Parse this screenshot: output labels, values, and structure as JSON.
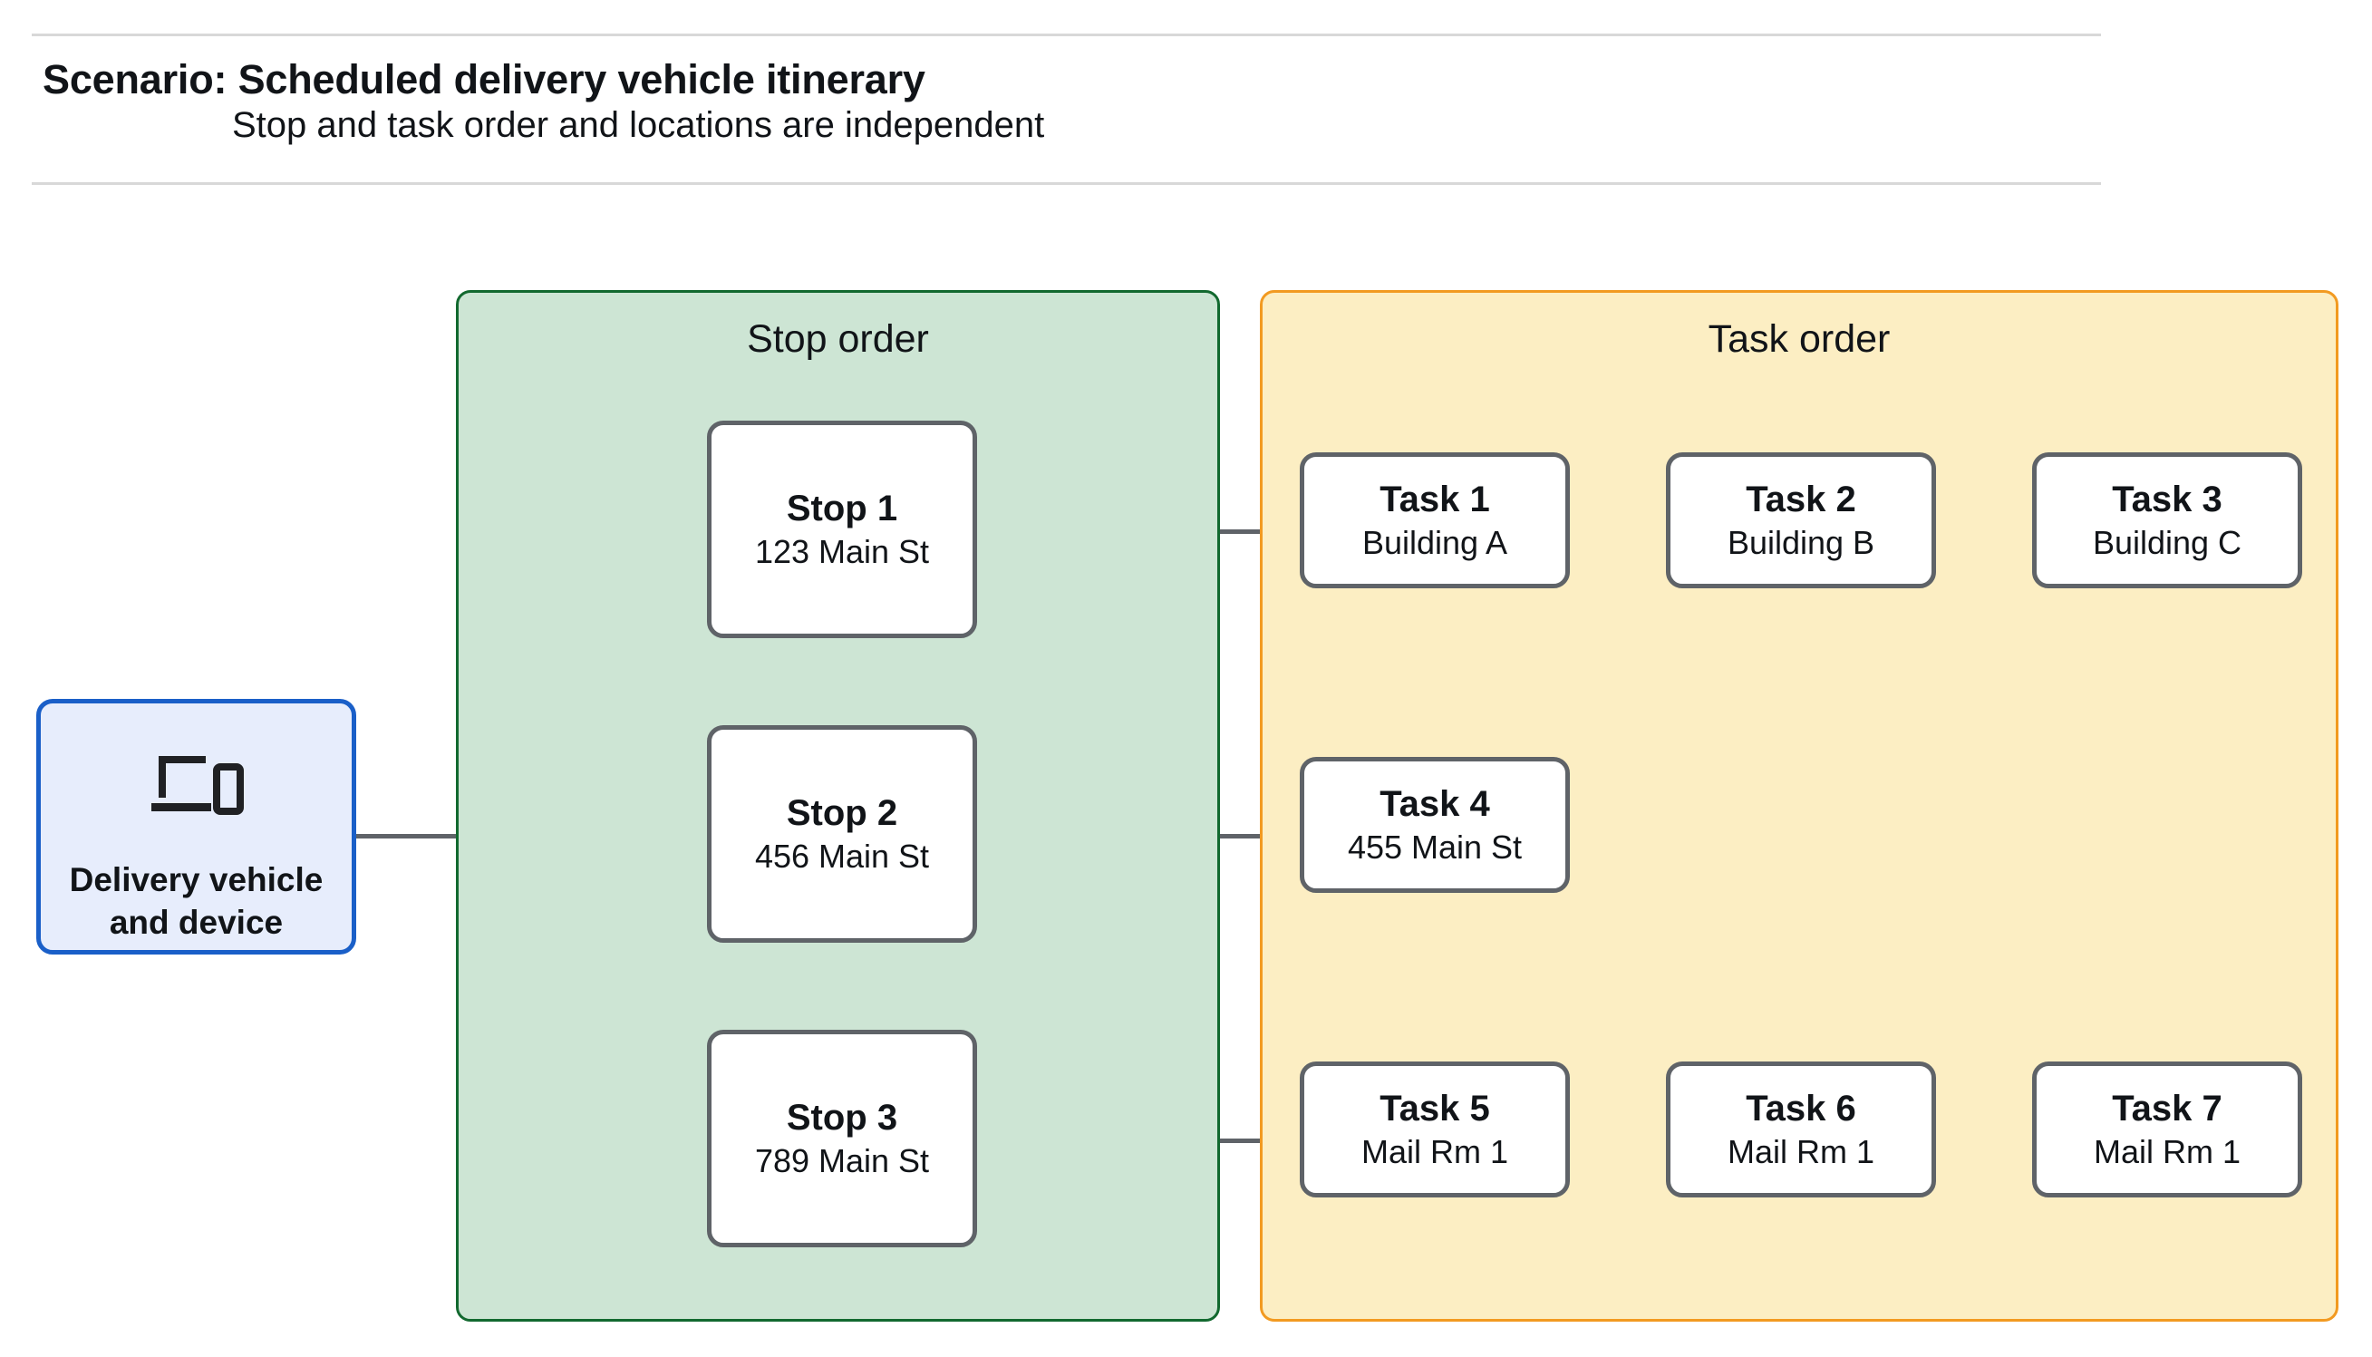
{
  "header": {
    "title": "Scenario: Scheduled delivery vehicle itinerary",
    "subtitle": "Stop and task order and locations are independent"
  },
  "device": {
    "icon": "laptop-and-phone-icon",
    "label_line1": "Delivery vehicle",
    "label_line2": "and device"
  },
  "groups": {
    "stop": {
      "title": "Stop order",
      "fill": "#CDE5D4",
      "border": "#12692F"
    },
    "task": {
      "title": "Task order",
      "fill": "#FCEEC3",
      "border": "#F29A21"
    }
  },
  "stops": [
    {
      "title": "Stop 1",
      "location": "123 Main St"
    },
    {
      "title": "Stop 2",
      "location": "456 Main St"
    },
    {
      "title": "Stop 3",
      "location": "789 Main St"
    }
  ],
  "tasks": [
    {
      "title": "Task 1",
      "location": "Building A"
    },
    {
      "title": "Task 2",
      "location": "Building B"
    },
    {
      "title": "Task 3",
      "location": "Building C"
    },
    {
      "title": "Task 4",
      "location": "455 Main St"
    },
    {
      "title": "Task 5",
      "location": "Mail Rm 1"
    },
    {
      "title": "Task 6",
      "location": "Mail Rm 1"
    },
    {
      "title": "Task 7",
      "location": "Mail Rm 1"
    }
  ],
  "colors": {
    "node_border": "#5F6368",
    "connector": "#5F6368",
    "device_border": "#1A5FC8",
    "device_fill": "#E7EDFC",
    "rule": "#D8D8D8"
  }
}
